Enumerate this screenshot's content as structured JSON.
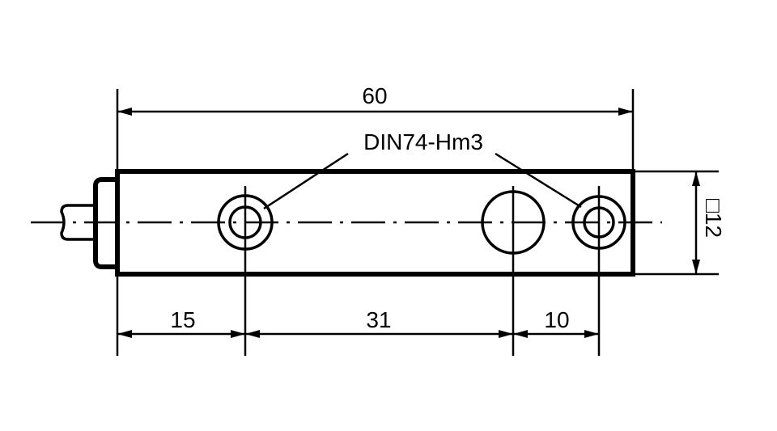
{
  "drawing": {
    "overall_length": "60",
    "callout": "DIN74-Hm3",
    "height_symbol": "□",
    "height_value": "12",
    "spacing_left": "15",
    "spacing_middle": "31",
    "spacing_right": "10"
  }
}
